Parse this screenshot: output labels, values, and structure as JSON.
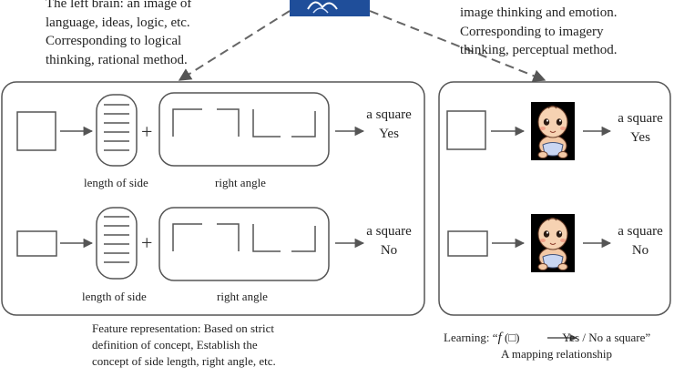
{
  "top_left_text": [
    "The left brain: an image of",
    "language, ideas, logic, etc.",
    "Corresponding to logical",
    "thinking, rational method."
  ],
  "top_right_text": [
    "image thinking and emotion.",
    "Corresponding to imagery",
    "thinking, perceptual method."
  ],
  "left_panel": {
    "row1": {
      "side_label": "length of side",
      "angle_label": "right angle",
      "result_line1": "a square",
      "result_line2": "Yes"
    },
    "row2": {
      "side_label": "length of side",
      "angle_label": "right angle",
      "result_line1": "a square",
      "result_line2": "No"
    },
    "caption": [
      "Feature representation: Based on strict",
      "definition of concept, Establish the",
      "concept of side length, right angle, etc."
    ]
  },
  "right_panel": {
    "row1": {
      "result_line1": "a square",
      "result_line2": "Yes"
    },
    "row2": {
      "result_line1": "a square",
      "result_line2": "No"
    },
    "caption_prefix": "Learning: “",
    "caption_f": "f",
    "caption_mid": " (□)",
    "caption_suffix": " Yes / No a square”",
    "caption_line2": "A mapping relationship"
  },
  "colors": {
    "stroke": "#555555",
    "arrow": "#666666",
    "brain_bg": "#1f4e9a"
  },
  "icons": {
    "brain_image": "brain-icon",
    "baby_image": "baby-icon"
  }
}
